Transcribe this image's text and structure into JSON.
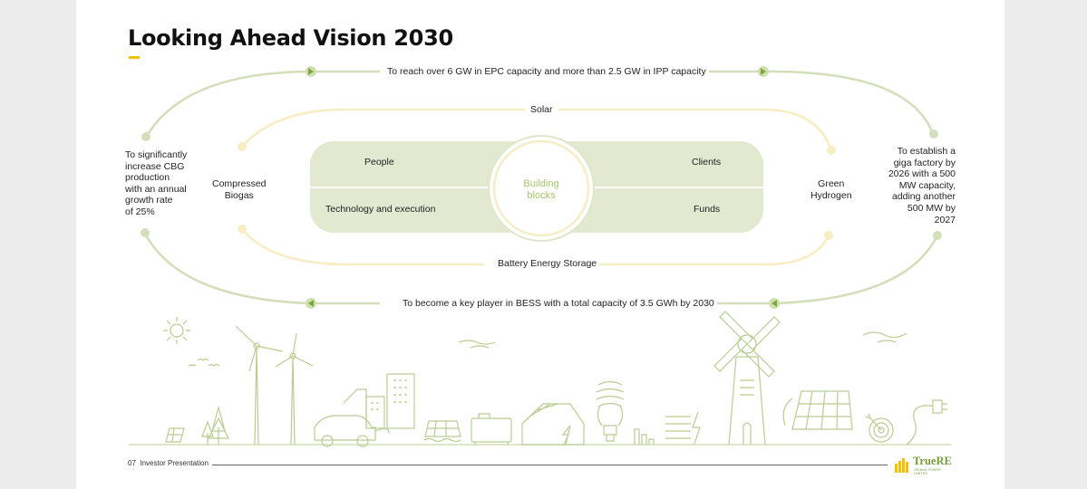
{
  "slide": {
    "title": "Looking Ahead Vision 2030"
  },
  "cycle": {
    "top_goal": "To reach over 6 GW in EPC capacity and more than 2.5 GW in IPP capacity",
    "bottom_goal": "To become a key player in BESS with a total capacity of 3.5 GWh by 2030",
    "left_goal": "To significantly increase CBG production with an annual growth rate of 25%",
    "left_goal_lines": [
      "To significantly",
      "increase CBG",
      "production",
      "with an annual",
      "growth rate",
      "of 25%"
    ],
    "right_goal": "To establish a giga factory by 2026 with a 500 MW capacity, adding another 500 MW by 2027",
    "right_goal_lines": [
      "To establish a",
      "giga factory by",
      "2026 with a 500",
      "MW capacity,",
      "adding another",
      "500 MW by",
      "2027"
    ],
    "inner_top": "Solar",
    "inner_bottom": "Battery Energy Storage",
    "inner_left_lines": [
      "Compressed",
      "Biogas"
    ],
    "inner_right_lines": [
      "Green",
      "Hydrogen"
    ]
  },
  "building_blocks": {
    "center_lines": [
      "Building",
      "blocks"
    ],
    "top_left": "People",
    "top_right": "Clients",
    "bottom_left": "Technology and execution",
    "bottom_right": "Funds"
  },
  "footer": {
    "page_number": "07",
    "label": "Investor Presentation"
  },
  "logo": {
    "name": "TrueRE",
    "tagline": "ORIANA POWER LIMITED"
  },
  "colors": {
    "outer_loop": "#d3dfba",
    "inner_loop": "#f8edc3",
    "block_fill": "#e2e9d0",
    "accent_green": "#a7c66b",
    "accent_yellow": "#f2c200",
    "illustration": "#b9cc92"
  },
  "icons": [
    "sun-icon",
    "wind-turbine-icon",
    "factory-icon",
    "electric-car-icon",
    "solar-panel-icon",
    "battery-icon",
    "house-solar-icon",
    "light-bulb-icon",
    "windmill-icon",
    "target-icon",
    "plug-icon",
    "tree-icon",
    "bird-icon"
  ]
}
